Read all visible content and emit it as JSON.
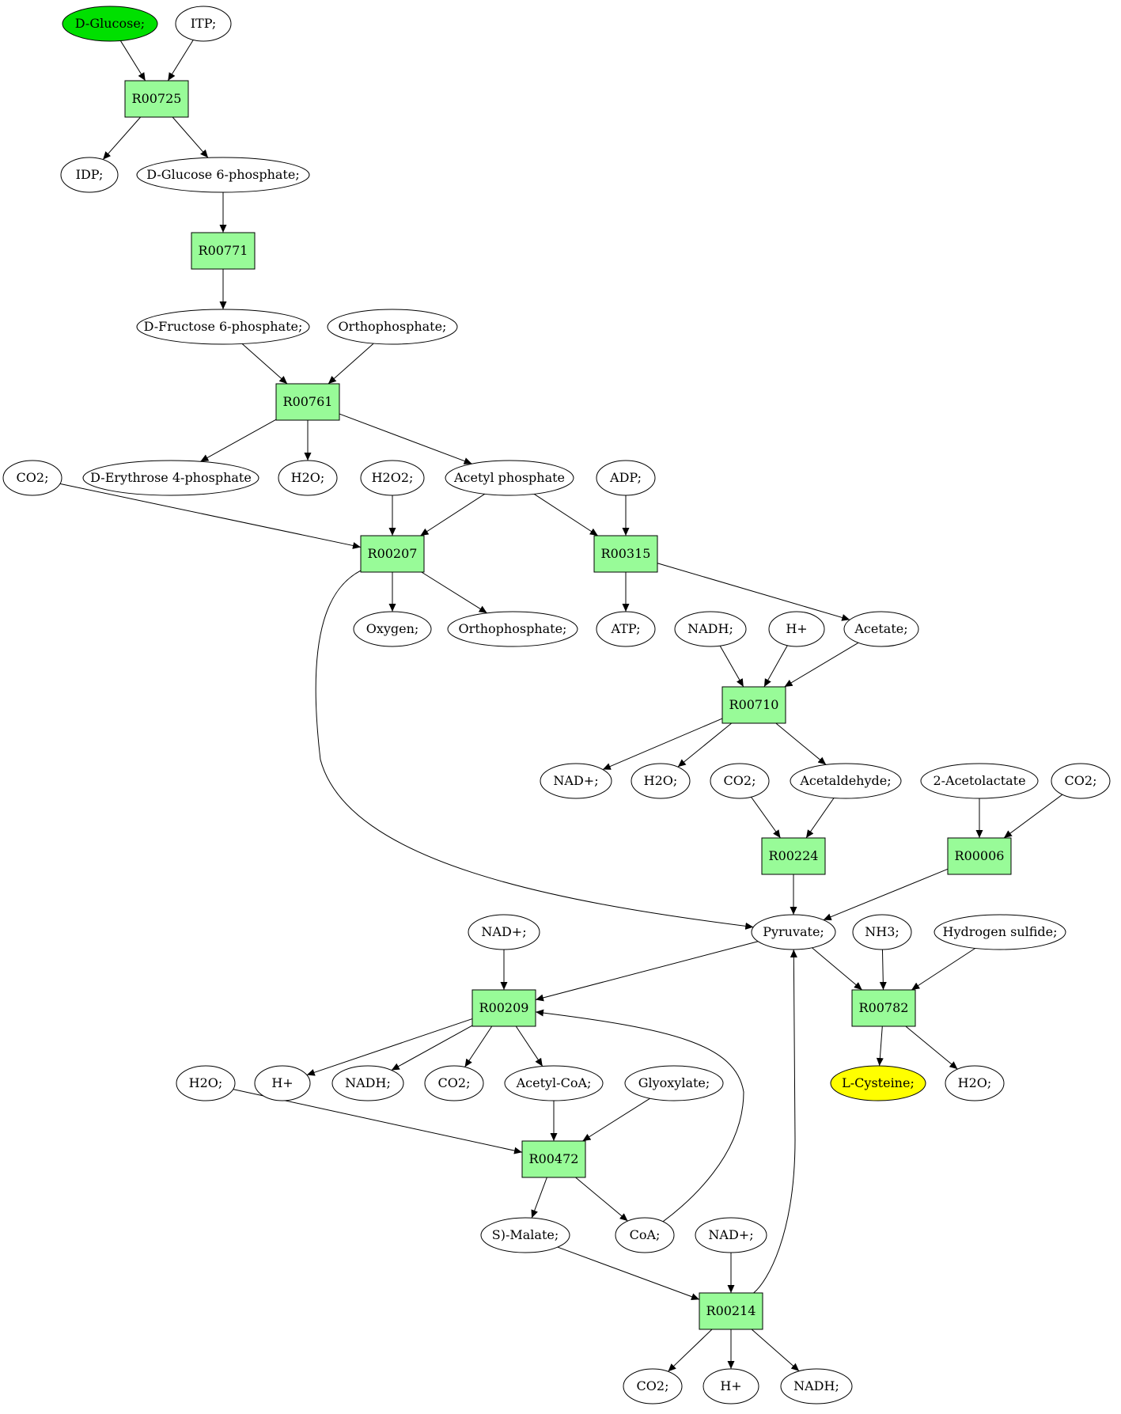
{
  "colors": {
    "reaction_fill": "#98fb98",
    "start_fill": "#00e000",
    "target_fill": "#ffff00",
    "compound_fill": "#ffffff",
    "stroke": "#000000"
  },
  "nodes": [
    {
      "id": "c_dglucose",
      "kind": "compound",
      "label": "D-Glucose;",
      "fill": "start"
    },
    {
      "id": "c_itp",
      "kind": "compound",
      "label": "ITP;"
    },
    {
      "id": "r_R00725",
      "kind": "reaction",
      "label": "R00725"
    },
    {
      "id": "c_idp",
      "kind": "compound",
      "label": "IDP;"
    },
    {
      "id": "c_g6p",
      "kind": "compound",
      "label": "D-Glucose 6-phosphate;"
    },
    {
      "id": "r_R00771",
      "kind": "reaction",
      "label": "R00771"
    },
    {
      "id": "c_f6p",
      "kind": "compound",
      "label": "D-Fructose 6-phosphate;"
    },
    {
      "id": "c_orthophosphate_1",
      "kind": "compound",
      "label": "Orthophosphate;"
    },
    {
      "id": "r_R00761",
      "kind": "reaction",
      "label": "R00761"
    },
    {
      "id": "c_co2_1",
      "kind": "compound",
      "label": "CO2;"
    },
    {
      "id": "c_e4p",
      "kind": "compound",
      "label": "D-Erythrose 4-phosphate"
    },
    {
      "id": "c_h2o_1",
      "kind": "compound",
      "label": "H2O;"
    },
    {
      "id": "c_h2o2",
      "kind": "compound",
      "label": "H2O2;"
    },
    {
      "id": "c_acetylphosphate",
      "kind": "compound",
      "label": "Acetyl phosphate"
    },
    {
      "id": "c_adp",
      "kind": "compound",
      "label": "ADP;"
    },
    {
      "id": "r_R00207",
      "kind": "reaction",
      "label": "R00207"
    },
    {
      "id": "r_R00315",
      "kind": "reaction",
      "label": "R00315"
    },
    {
      "id": "c_oxygen",
      "kind": "compound",
      "label": "Oxygen;"
    },
    {
      "id": "c_orthophosphate_2",
      "kind": "compound",
      "label": "Orthophosphate;"
    },
    {
      "id": "c_atp",
      "kind": "compound",
      "label": "ATP;"
    },
    {
      "id": "c_nadh_1",
      "kind": "compound",
      "label": "NADH;"
    },
    {
      "id": "c_hplus_1",
      "kind": "compound",
      "label": "H+"
    },
    {
      "id": "c_acetate",
      "kind": "compound",
      "label": "Acetate;"
    },
    {
      "id": "r_R00710",
      "kind": "reaction",
      "label": "R00710"
    },
    {
      "id": "c_nadplus_1",
      "kind": "compound",
      "label": "NAD+;"
    },
    {
      "id": "c_h2o_2",
      "kind": "compound",
      "label": "H2O;"
    },
    {
      "id": "c_co2_2",
      "kind": "compound",
      "label": "CO2;"
    },
    {
      "id": "c_acetaldehyde",
      "kind": "compound",
      "label": "Acetaldehyde;"
    },
    {
      "id": "c_acetolactate",
      "kind": "compound",
      "label": "2-Acetolactate"
    },
    {
      "id": "c_co2_3",
      "kind": "compound",
      "label": "CO2;"
    },
    {
      "id": "r_R00224",
      "kind": "reaction",
      "label": "R00224"
    },
    {
      "id": "r_R00006",
      "kind": "reaction",
      "label": "R00006"
    },
    {
      "id": "c_nadplus_2",
      "kind": "compound",
      "label": "NAD+;"
    },
    {
      "id": "c_pyruvate",
      "kind": "compound",
      "label": "Pyruvate;"
    },
    {
      "id": "c_nh3",
      "kind": "compound",
      "label": "NH3;"
    },
    {
      "id": "c_h2s",
      "kind": "compound",
      "label": "Hydrogen sulfide;"
    },
    {
      "id": "r_R00209",
      "kind": "reaction",
      "label": "R00209"
    },
    {
      "id": "r_R00782",
      "kind": "reaction",
      "label": "R00782"
    },
    {
      "id": "c_h2o_3",
      "kind": "compound",
      "label": "H2O;"
    },
    {
      "id": "c_hplus_2",
      "kind": "compound",
      "label": "H+"
    },
    {
      "id": "c_nadh_2",
      "kind": "compound",
      "label": "NADH;"
    },
    {
      "id": "c_co2_4",
      "kind": "compound",
      "label": "CO2;"
    },
    {
      "id": "c_acetylcoa",
      "kind": "compound",
      "label": "Acetyl-CoA;"
    },
    {
      "id": "c_glyoxylate",
      "kind": "compound",
      "label": "Glyoxylate;"
    },
    {
      "id": "c_lcysteine",
      "kind": "compound",
      "label": "L-Cysteine;",
      "fill": "target"
    },
    {
      "id": "c_h2o_4",
      "kind": "compound",
      "label": "H2O;"
    },
    {
      "id": "r_R00472",
      "kind": "reaction",
      "label": "R00472"
    },
    {
      "id": "c_smalate",
      "kind": "compound",
      "label": "S)-Malate;"
    },
    {
      "id": "c_coa",
      "kind": "compound",
      "label": "CoA;"
    },
    {
      "id": "c_nadplus_3",
      "kind": "compound",
      "label": "NAD+;"
    },
    {
      "id": "r_R00214",
      "kind": "reaction",
      "label": "R00214"
    },
    {
      "id": "c_co2_5",
      "kind": "compound",
      "label": "CO2;"
    },
    {
      "id": "c_hplus_3",
      "kind": "compound",
      "label": "H+"
    },
    {
      "id": "c_nadh_3",
      "kind": "compound",
      "label": "NADH;"
    }
  ],
  "edges": [
    [
      "c_dglucose",
      "r_R00725"
    ],
    [
      "c_itp",
      "r_R00725"
    ],
    [
      "r_R00725",
      "c_idp"
    ],
    [
      "r_R00725",
      "c_g6p"
    ],
    [
      "c_g6p",
      "r_R00771"
    ],
    [
      "r_R00771",
      "c_f6p"
    ],
    [
      "c_f6p",
      "r_R00761"
    ],
    [
      "c_orthophosphate_1",
      "r_R00761"
    ],
    [
      "r_R00761",
      "c_e4p"
    ],
    [
      "r_R00761",
      "c_h2o_1"
    ],
    [
      "r_R00761",
      "c_acetylphosphate"
    ],
    [
      "c_co2_1",
      "r_R00207"
    ],
    [
      "c_h2o2",
      "r_R00207"
    ],
    [
      "c_acetylphosphate",
      "r_R00207"
    ],
    [
      "c_acetylphosphate",
      "r_R00315"
    ],
    [
      "c_adp",
      "r_R00315"
    ],
    [
      "r_R00207",
      "c_oxygen"
    ],
    [
      "r_R00207",
      "c_orthophosphate_2"
    ],
    [
      "r_R00207",
      "c_pyruvate"
    ],
    [
      "r_R00315",
      "c_atp"
    ],
    [
      "r_R00315",
      "c_acetate"
    ],
    [
      "c_nadh_1",
      "r_R00710"
    ],
    [
      "c_hplus_1",
      "r_R00710"
    ],
    [
      "c_acetate",
      "r_R00710"
    ],
    [
      "r_R00710",
      "c_nadplus_1"
    ],
    [
      "r_R00710",
      "c_h2o_2"
    ],
    [
      "r_R00710",
      "c_acetaldehyde"
    ],
    [
      "c_co2_2",
      "r_R00224"
    ],
    [
      "c_acetaldehyde",
      "r_R00224"
    ],
    [
      "c_acetolactate",
      "r_R00006"
    ],
    [
      "c_co2_3",
      "r_R00006"
    ],
    [
      "r_R00224",
      "c_pyruvate"
    ],
    [
      "r_R00006",
      "c_pyruvate"
    ],
    [
      "c_nadplus_2",
      "r_R00209"
    ],
    [
      "c_pyruvate",
      "r_R00209"
    ],
    [
      "c_pyruvate",
      "r_R00782"
    ],
    [
      "c_nh3",
      "r_R00782"
    ],
    [
      "c_h2s",
      "r_R00782"
    ],
    [
      "r_R00782",
      "c_lcysteine"
    ],
    [
      "r_R00782",
      "c_h2o_4"
    ],
    [
      "r_R00209",
      "c_hplus_2"
    ],
    [
      "r_R00209",
      "c_nadh_2"
    ],
    [
      "r_R00209",
      "c_co2_4"
    ],
    [
      "r_R00209",
      "c_acetylcoa"
    ],
    [
      "c_h2o_3",
      "r_R00472"
    ],
    [
      "c_acetylcoa",
      "r_R00472"
    ],
    [
      "c_glyoxylate",
      "r_R00472"
    ],
    [
      "r_R00472",
      "c_smalate"
    ],
    [
      "r_R00472",
      "c_coa"
    ],
    [
      "c_coa",
      "r_R00209"
    ],
    [
      "c_smalate",
      "r_R00214"
    ],
    [
      "c_nadplus_3",
      "r_R00214"
    ],
    [
      "r_R00214",
      "c_co2_5"
    ],
    [
      "r_R00214",
      "c_hplus_3"
    ],
    [
      "r_R00214",
      "c_nadh_3"
    ],
    [
      "r_R00214",
      "c_pyruvate"
    ]
  ]
}
